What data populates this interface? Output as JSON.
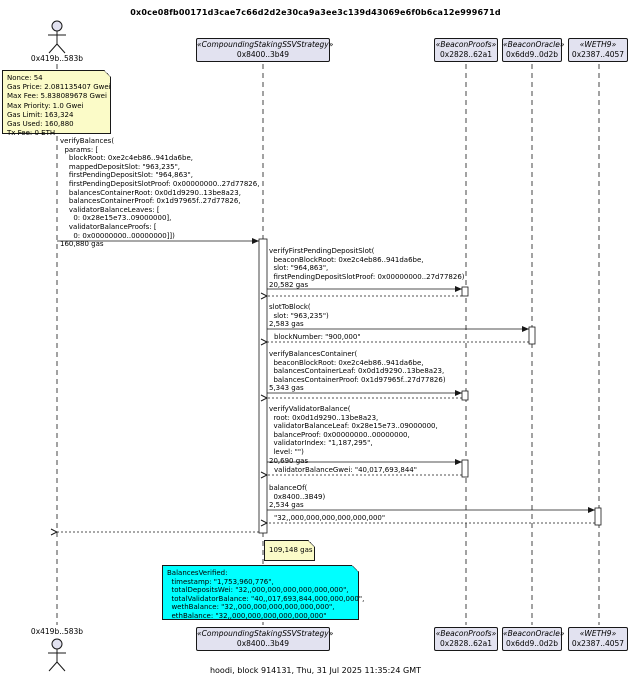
{
  "title": "0x0ce08fb00171d3cae7c66d2d2e30ca9a3ee3c139d43069e6f0b6ca12e999671d",
  "footer": "hoodi, block 914131, Thu, 31 Jul 2025 11:35:24 GMT",
  "participants": {
    "caller": {
      "name": "0x419b..583b"
    },
    "strategy": {
      "stereotype": "«CompoundingStakingSSVStrategy»",
      "address": "0x8400..3b49"
    },
    "proofs": {
      "stereotype": "«BeaconProofs»",
      "address": "0x2828..62a1"
    },
    "oracle": {
      "stereotype": "«BeaconOracle»",
      "address": "0x6dd9..0d2b"
    },
    "weth": {
      "stereotype": "«WETH9»",
      "address": "0x2387..4057"
    }
  },
  "tx_note": "Nonce: 54\nGas Price: 2.081135407 Gwei\nMax Fee: 5.838089678 Gwei\nMax Priority: 1.0 Gwei\nGas Limit: 163,324\nGas Used: 160,880\nTx Fee: 0 ETH",
  "messages": {
    "verify_balances": "verifyBalances(\n  params: [\n    blockRoot: 0xe2c4eb86..941da6be,\n    mappedDepositSlot: \"963,235\",\n    firstPendingDepositSlot: \"964,863\",\n    firstPendingDepositSlotProof: 0x00000000..27d77826,\n    balancesContainerRoot: 0x0d1d9290..13be8a23,\n    balancesContainerProof: 0x1d97965f..27d77826,\n    validatorBalanceLeaves: [\n      0: 0x28e15e73..09000000],\n    validatorBalanceProofs: [\n      0: 0x00000000..00000000]])\n160,880 gas",
    "verify_first_pending": "verifyFirstPendingDepositSlot(\n  beaconBlockRoot: 0xe2c4eb86..941da6be,\n  slot: \"964,863\",\n  firstPendingDepositSlotProof: 0x00000000..27d77826)\n20,582 gas",
    "slot_to_block": "slotToBlock(\n  slot: \"963,235\")\n2,583 gas",
    "slot_to_block_return": "blockNumber: \"900,000\"",
    "verify_balances_container": "verifyBalancesContainer(\n  beaconBlockRoot: 0xe2c4eb86..941da6be,\n  balancesContainerLeaf: 0x0d1d9290..13be8a23,\n  balancesContainerProof: 0x1d97965f..27d77826)\n5,343 gas",
    "verify_validator_balance": "verifyValidatorBalance(\n  root: 0x0d1d9290..13be8a23,\n  validatorBalanceLeaf: 0x28e15e73..09000000,\n  balanceProof: 0x00000000..00000000,\n  validatorIndex: \"1,187,295\",\n  level: \"\")\n20,690 gas",
    "verify_validator_balance_return": "validatorBalanceGwei: \"40,017,693,844\"",
    "balance_of": "balanceOf(\n  0x8400..3B49)\n2,534 gas",
    "balance_of_return": "\"32,,000,000,000,000,000,000\""
  },
  "gas_note": "109,148 gas",
  "event_note": "BalancesVerified:\n  timestamp: \"1,753,960,776\",\n  totalDepositsWei: \"32,,000,000,000,000,000,000\",\n  totalValidatorBalance: \"40,,017,693,844,000,000,000\",\n  wethBalance: \"32,,000,000,000,000,000,000\",\n  ethBalance: \"32,,000,000,000,000,000,000\"",
  "colors": {
    "participant_fill": "#e2e2f0",
    "note_fill": "#fbfbc8",
    "event_note_fill": "#00ffff",
    "line": "#181818"
  }
}
